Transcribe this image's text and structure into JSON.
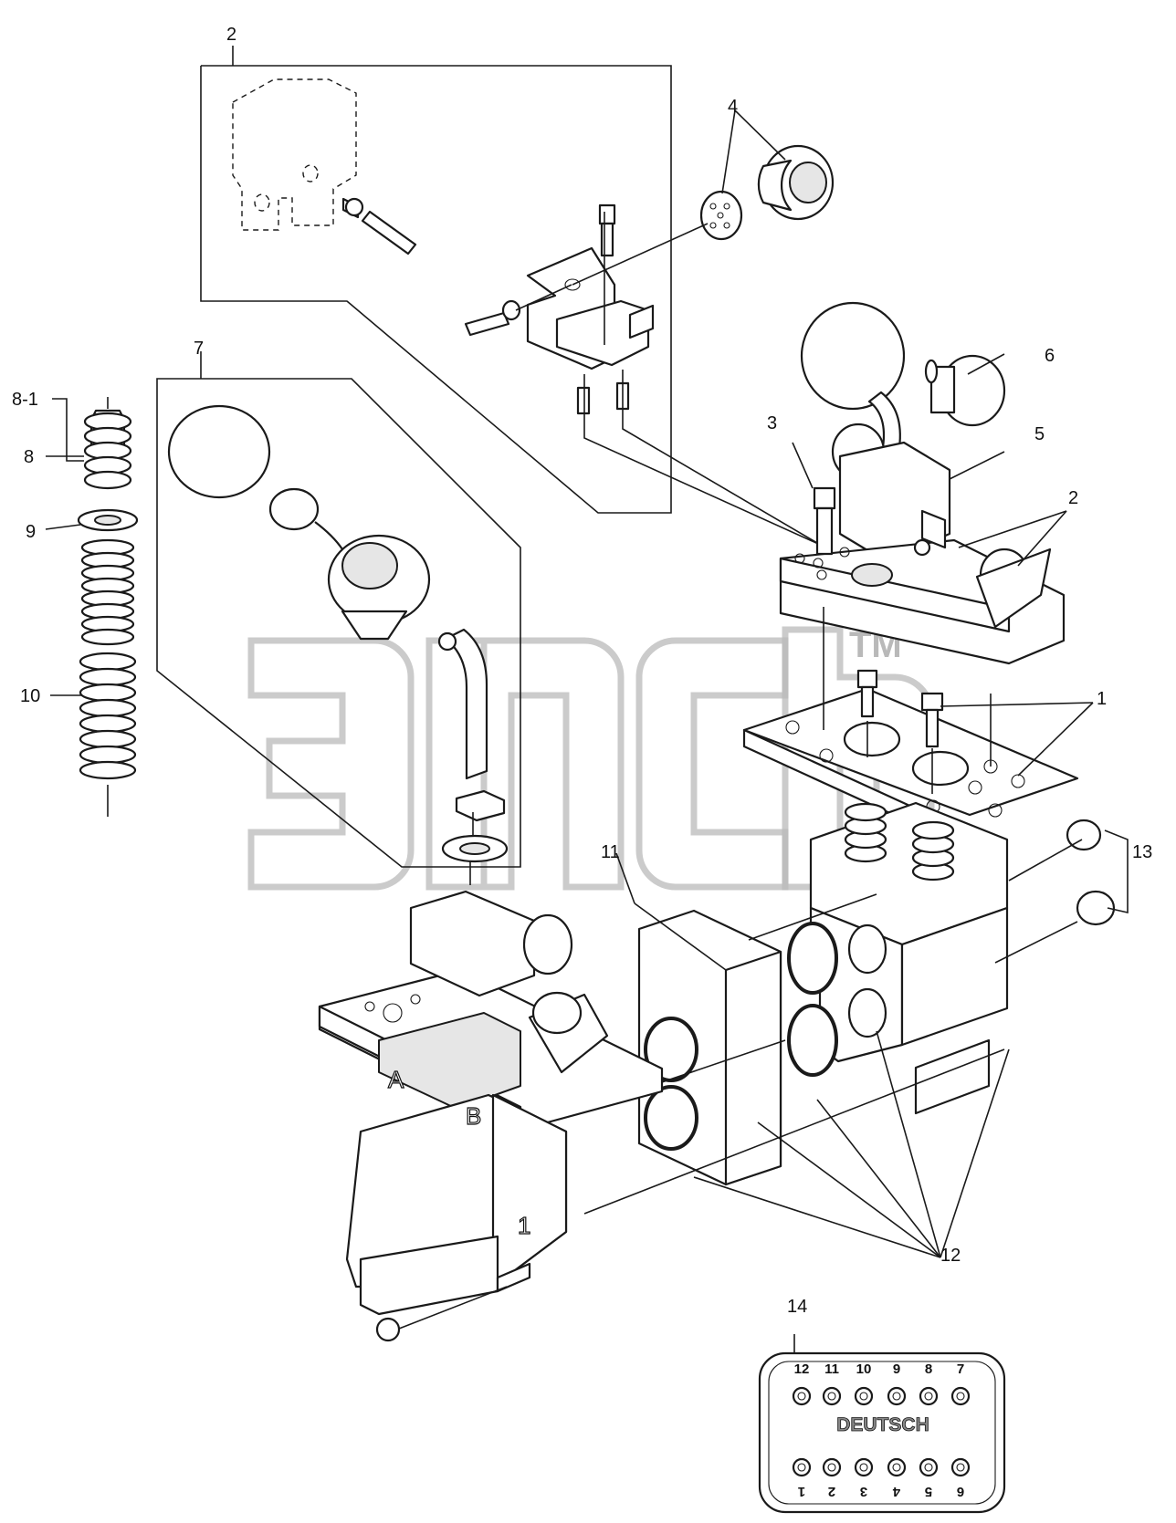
{
  "callouts": {
    "c2_top": "2",
    "c4": "4",
    "c6": "6",
    "c7": "7",
    "c8_1": "8-1",
    "c8": "8",
    "c9": "9",
    "c10": "10",
    "c3": "3",
    "c5": "5",
    "c2_right": "2",
    "c1": "1",
    "c11": "11",
    "c13": "13",
    "c12": "12",
    "c14": "14"
  },
  "watermark": {
    "tm": "TM"
  },
  "section_labels": {
    "a": "A",
    "b": "B",
    "body_number": "1"
  },
  "connector": {
    "label": "DEUTSCH",
    "top_pins": [
      "12",
      "11",
      "10",
      "9",
      "8",
      "7"
    ],
    "bottom_pins": [
      "1",
      "2",
      "3",
      "4",
      "5",
      "6"
    ]
  },
  "colors": {
    "line": "#1a1a1a",
    "watermark": "#b9b9b9",
    "background": "#ffffff"
  }
}
